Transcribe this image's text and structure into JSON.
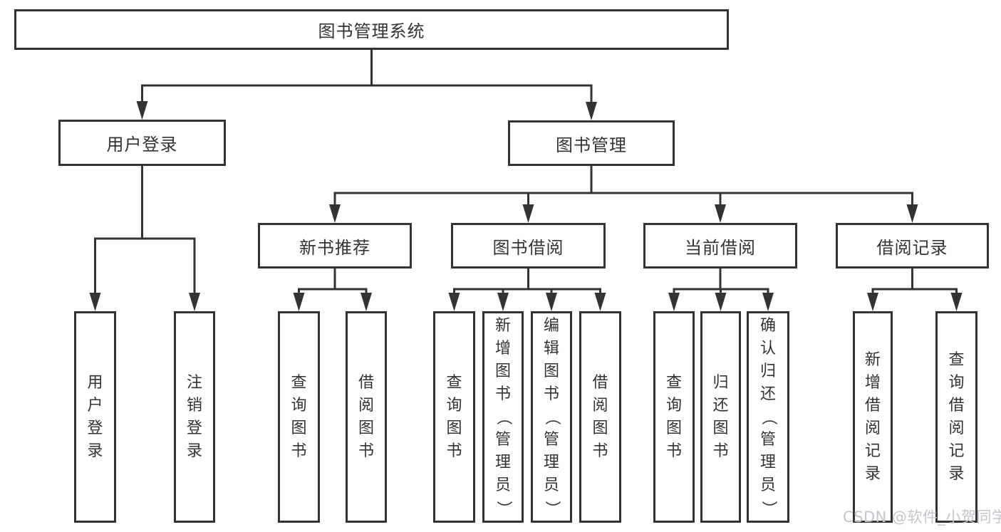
{
  "diagram": {
    "title": "图书管理系统",
    "watermark": "CSDN @软件_小贺同学",
    "colors": {
      "line": "#333333",
      "box_border": "#333333",
      "text": "#333333",
      "background": "#ffffff",
      "watermark": "#c5c5cc"
    },
    "nodes": [
      {
        "id": "library-management-system",
        "label": "图书管理系统",
        "text_direction": "horizontal",
        "level": 1
      },
      {
        "id": "user-login",
        "label": "用户登录",
        "text_direction": "horizontal",
        "level": 2
      },
      {
        "id": "book-management",
        "label": "图书管理",
        "text_direction": "horizontal",
        "level": 2
      },
      {
        "id": "new-book-recommend",
        "label": "新书推荐",
        "text_direction": "horizontal",
        "level": 3
      },
      {
        "id": "book-borrowing",
        "label": "图书借阅",
        "text_direction": "horizontal",
        "level": 3
      },
      {
        "id": "current-borrowing",
        "label": "当前借阅",
        "text_direction": "horizontal",
        "level": 3
      },
      {
        "id": "borrowing-records",
        "label": "借阅记录",
        "text_direction": "horizontal",
        "level": 3
      },
      {
        "id": "user-login-leaf",
        "label": "用户登录",
        "text_direction": "vertical",
        "level": 4
      },
      {
        "id": "logout-leaf",
        "label": "注销登录",
        "text_direction": "vertical",
        "level": 4
      },
      {
        "id": "query-books-1",
        "label": "查询图书",
        "text_direction": "vertical",
        "level": 4
      },
      {
        "id": "borrow-books-1",
        "label": "借阅图书",
        "text_direction": "vertical",
        "level": 4
      },
      {
        "id": "query-books-2",
        "label": "查询图书",
        "text_direction": "vertical",
        "level": 4
      },
      {
        "id": "add-books-admin",
        "label": "新增图书（管理员）",
        "text_direction": "vertical",
        "level": 4
      },
      {
        "id": "edit-books-admin",
        "label": "编辑图书（管理员）",
        "text_direction": "vertical",
        "level": 4
      },
      {
        "id": "borrow-books-2",
        "label": "借阅图书",
        "text_direction": "vertical",
        "level": 4
      },
      {
        "id": "query-books-3",
        "label": "查询图书",
        "text_direction": "vertical",
        "level": 4
      },
      {
        "id": "return-books",
        "label": "归还图书",
        "text_direction": "vertical",
        "level": 4
      },
      {
        "id": "confirm-return-admin",
        "label": "确认归还（管理员）",
        "text_direction": "vertical",
        "level": 4
      },
      {
        "id": "add-borrow-record",
        "label": "新增借阅记录",
        "text_direction": "vertical",
        "level": 4
      },
      {
        "id": "query-borrow-record",
        "label": "查询借阅记录",
        "text_direction": "vertical",
        "level": 4
      }
    ],
    "edges": [
      {
        "from": "library-management-system",
        "to": [
          "user-login",
          "book-management"
        ]
      },
      {
        "from": "user-login",
        "to": [
          "user-login-leaf",
          "logout-leaf"
        ]
      },
      {
        "from": "book-management",
        "to": [
          "new-book-recommend",
          "book-borrowing",
          "current-borrowing",
          "borrowing-records"
        ]
      },
      {
        "from": "new-book-recommend",
        "to": [
          "query-books-1",
          "borrow-books-1"
        ]
      },
      {
        "from": "book-borrowing",
        "to": [
          "query-books-2",
          "add-books-admin",
          "edit-books-admin",
          "borrow-books-2"
        ]
      },
      {
        "from": "current-borrowing",
        "to": [
          "query-books-3",
          "return-books",
          "confirm-return-admin"
        ]
      },
      {
        "from": "borrowing-records",
        "to": [
          "add-borrow-record",
          "query-borrow-record"
        ]
      }
    ]
  }
}
